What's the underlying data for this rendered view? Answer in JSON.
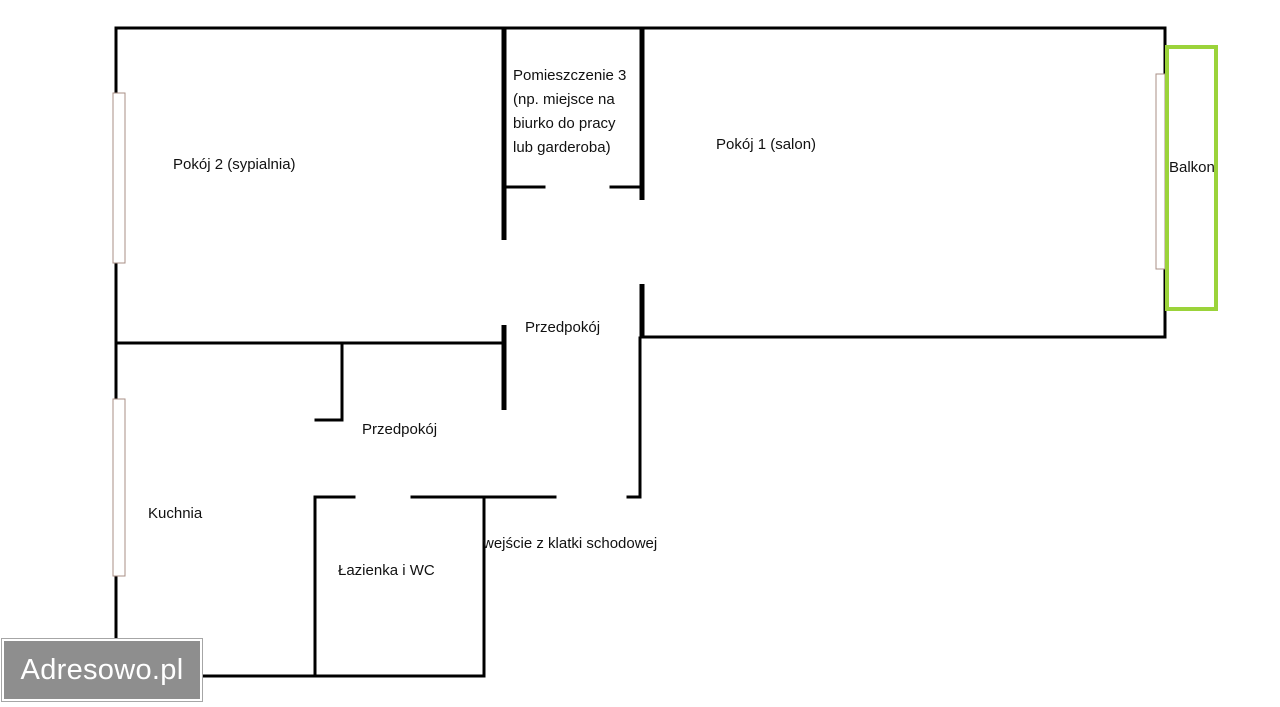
{
  "rooms": {
    "pokoj2": "Pokój 2 (sypialnia)",
    "pomieszczenie3_lines": [
      "Pomieszczenie 3",
      "(np. miejsce na",
      "biurko do pracy",
      "lub garderoba)"
    ],
    "pokoj1": "Pokój 1 (salon)",
    "balkon": "Balkon",
    "przedpokoj_upper": "Przedpokój",
    "przedpokoj_lower": "Przedpokój",
    "kuchnia": "Kuchnia",
    "lazienka": "Łazienka i WC"
  },
  "entrance": "wejście z klatki schodowej",
  "watermark": "Adresowo.pl",
  "colors": {
    "walls": "#000000",
    "balcony_outline": "#9bd33a",
    "window_frame": "#a88f86",
    "watermark_bg": "#8e8e8e"
  }
}
